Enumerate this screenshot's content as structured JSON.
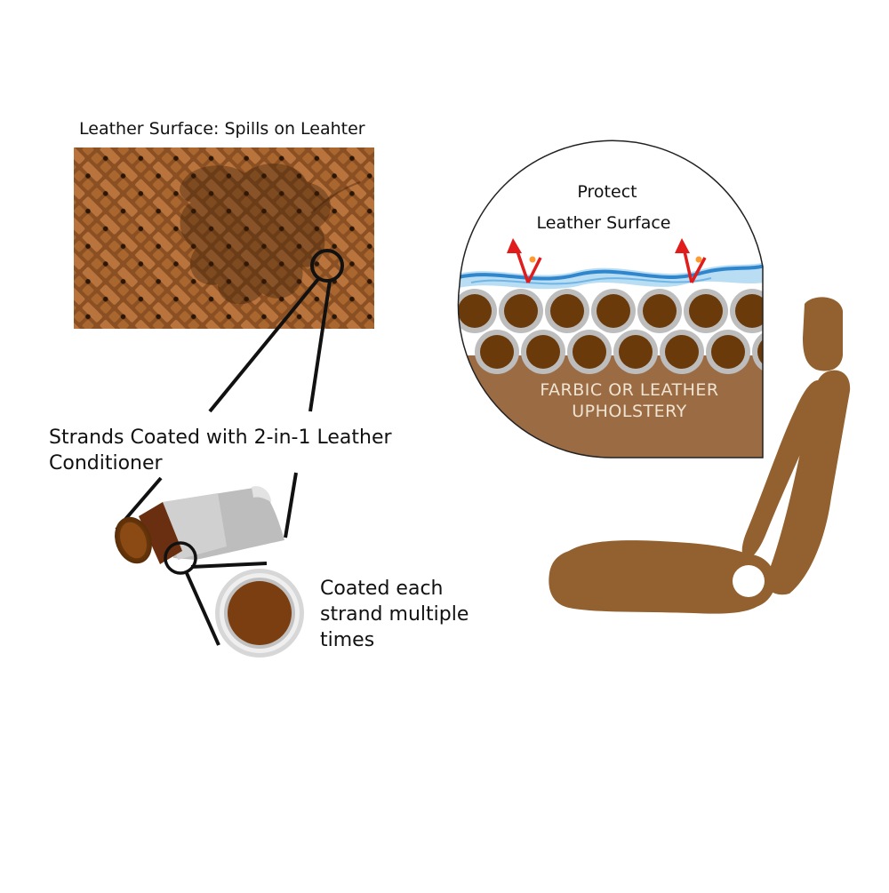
{
  "labels": {
    "leather_surface": "Leather Surface: Spills on Leahter",
    "strands_line1": "Strands Coated with 2-in-1 Leather",
    "strands_line2": "Conditioner",
    "coated_line1": "Coated each",
    "coated_line2": "strand multiple",
    "coated_line3": "times",
    "protect_line1": "Protect",
    "protect_line2": "Leather Surface",
    "upholstery_line1": "FARBIC OR LEATHER",
    "upholstery_line2": "UPHOLSTERY"
  },
  "colors": {
    "leather": "#a0612f",
    "leather_dark": "#6b3b15",
    "strand_core": "#6b3a0b",
    "coating": "#c8c8c8",
    "upholstery": "#9b6b44",
    "seat": "#93602f",
    "water": "#3a8fd0",
    "arrow": "#e01c1c"
  },
  "icons": [
    "seat-icon",
    "up-arrow-icon",
    "check-mark-icon"
  ]
}
